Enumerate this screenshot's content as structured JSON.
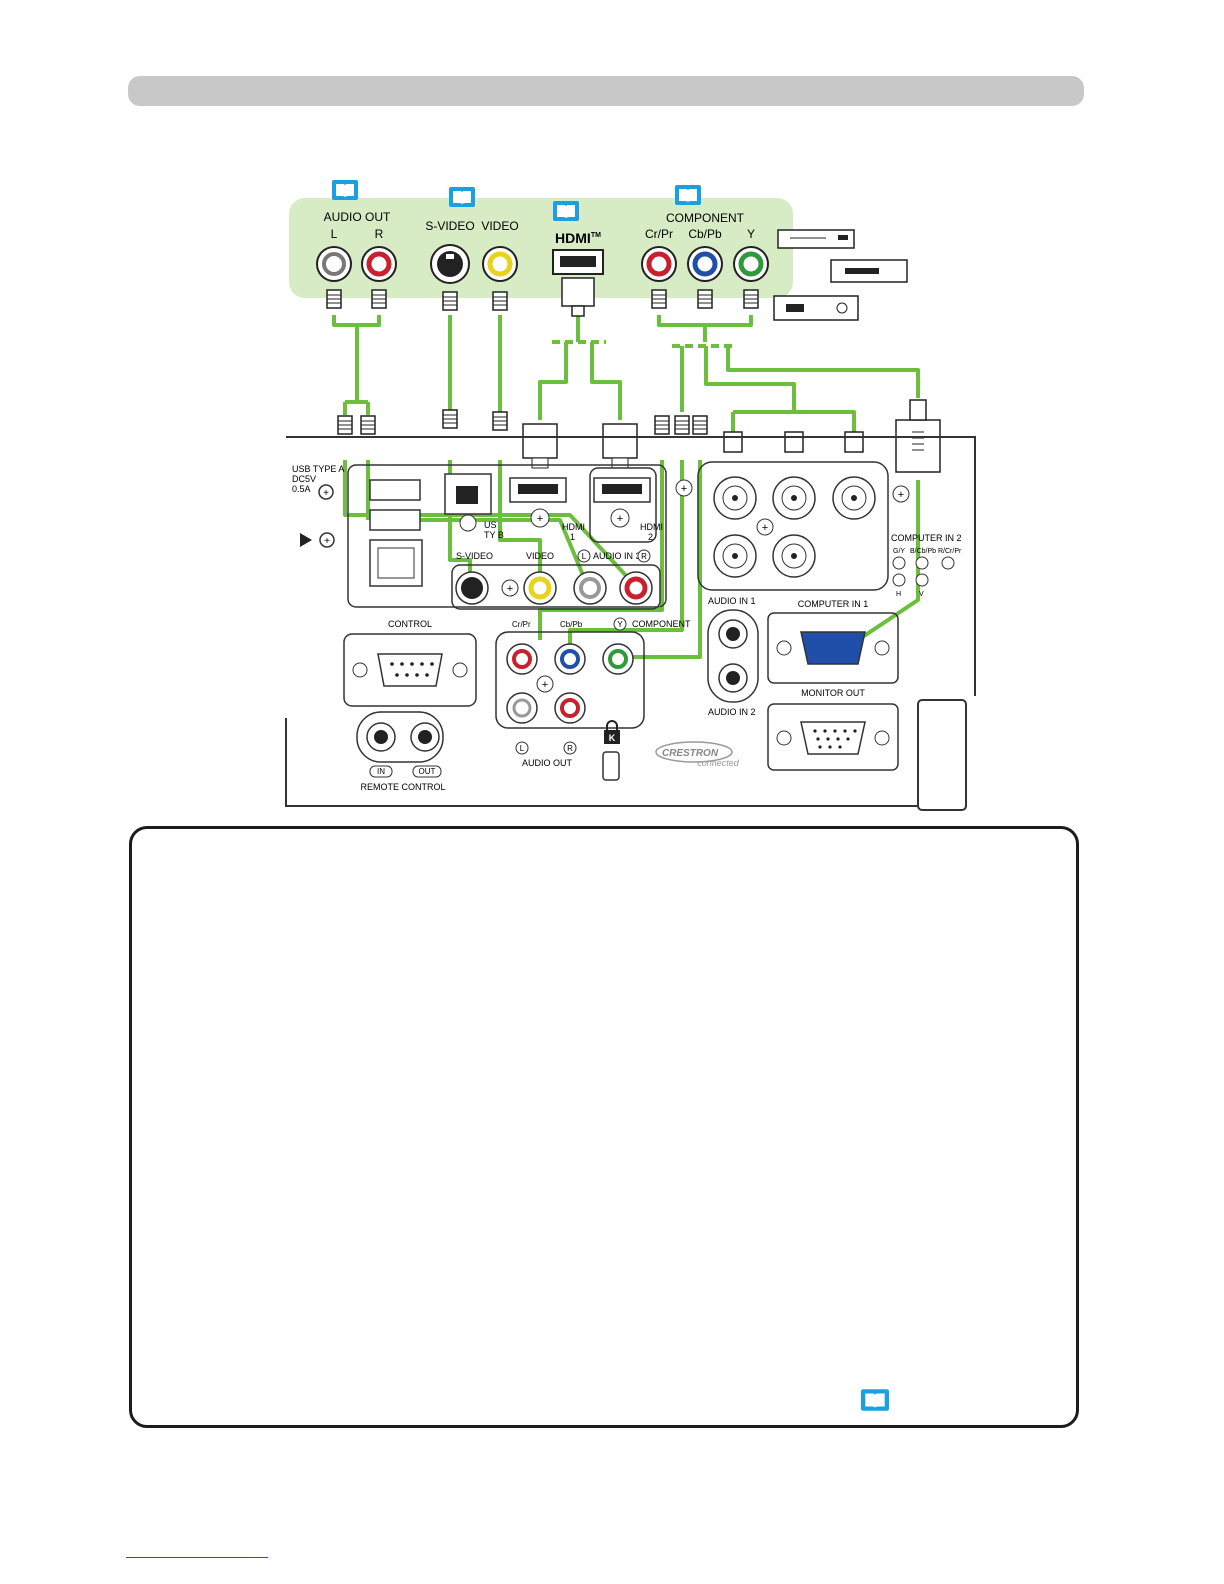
{
  "source": {
    "audio_out": {
      "title": "AUDIO OUT",
      "left": "L",
      "right": "R"
    },
    "svideo": "S-VIDEO",
    "video": "VIDEO",
    "hdmi": "HDMI",
    "hdmi_tm": "TM",
    "component": {
      "title": "COMPONENT",
      "cr": "Cr/Pr",
      "cb": "Cb/Pb",
      "y": "Y"
    }
  },
  "panel": {
    "usb_a": [
      "USB TYPE A",
      "DC5V",
      "0.5A"
    ],
    "usb_b": [
      "US",
      "TY  B"
    ],
    "hdmi1": [
      "HDMI",
      "1"
    ],
    "hdmi2": [
      "HDMI",
      "2"
    ],
    "svideo": "S-VIDEO",
    "video": "VIDEO",
    "audio_in3": "AUDIO IN 3",
    "audio_l": "L",
    "audio_r": "R",
    "computer_in2": "COMPUTER IN 2",
    "comp2_labels": [
      "G/Y",
      "B/Cb/Pb",
      "R/Cr/Pr",
      "H",
      "V"
    ],
    "control": "CONTROL",
    "audio_in1": "AUDIO IN 1",
    "audio_in2": "AUDIO IN 2",
    "computer_in1": "COMPUTER IN 1",
    "monitor_out": "MONITOR OUT",
    "comp_cr": "Cr/Pr",
    "comp_cb": "Cb/Pb",
    "comp_y": "Y",
    "component": "COMPONENT",
    "audio_out_lr": [
      "L",
      "R"
    ],
    "audio_out": "AUDIO OUT",
    "remote_in": "IN",
    "remote_out": "OUT",
    "remote_control": "REMOTE CONTROL",
    "crestron": "CRESTRON",
    "connected": "connected",
    "lock": "K"
  },
  "colors": {
    "cable": "#6cbf3c",
    "source_bg": "#d7ebc4",
    "book_icon": "#1aa0e0",
    "red": "#c8202c",
    "yellow": "#e8d21c",
    "green": "#2e9a3a",
    "blue": "#1f4fa8"
  }
}
